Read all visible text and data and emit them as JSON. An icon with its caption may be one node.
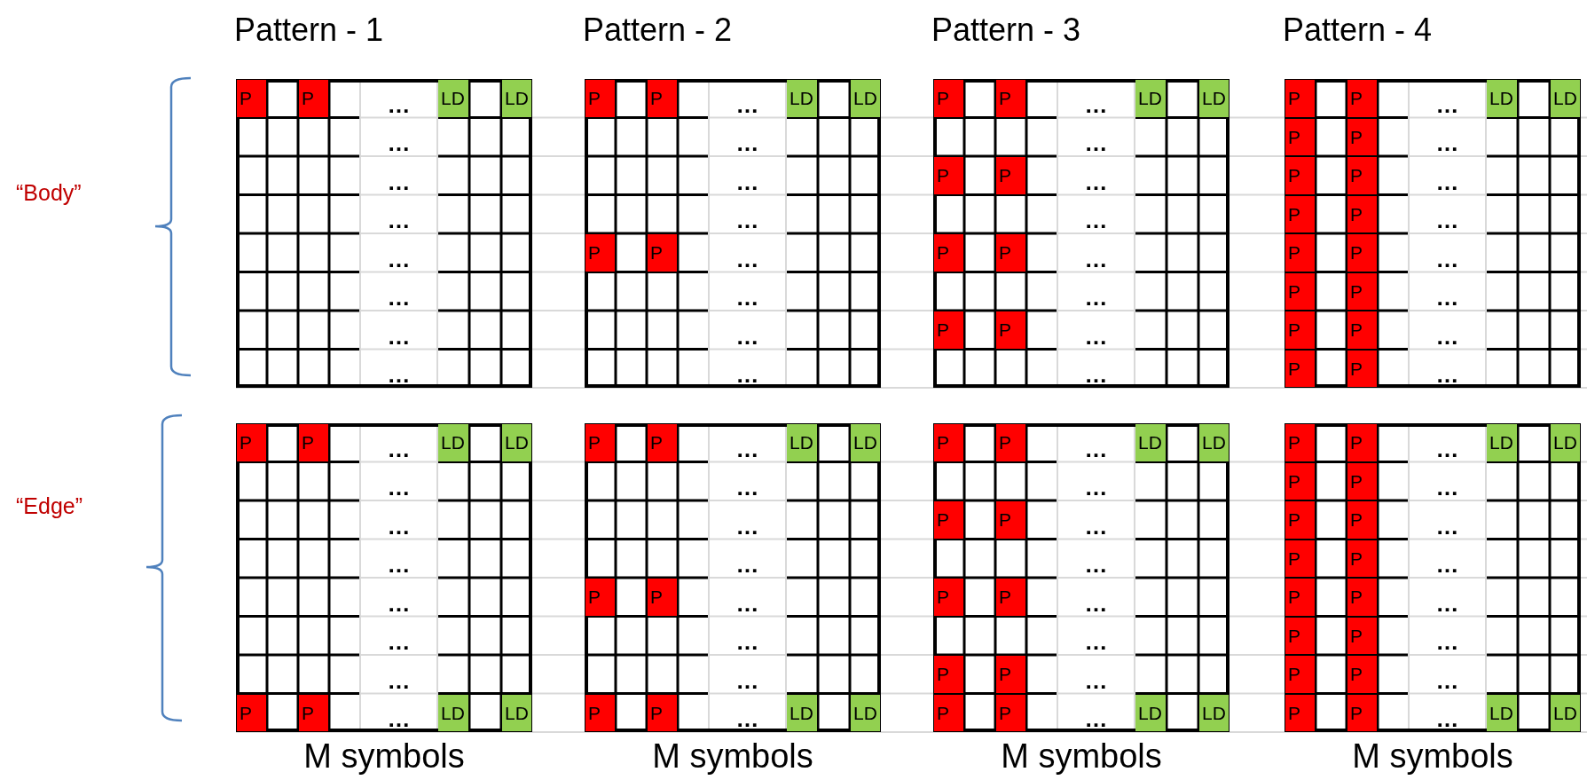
{
  "diagram": {
    "nodes": [
      {
        "text": [],
        "shape": "box"
      },
      {
        "text": [
          "P"
        ],
        "in": 0
      },
      {
        "text": [
          "P"
        ],
        "in": 0
      },
      {
        "text": [
          "LD"
        ],
        "in": 0
      },
      {
        "text": [
          "LD"
        ],
        "in": 0
      },
      {
        "text": [],
        "shape": "box"
      },
      {
        "text": [
          "P"
        ],
        "in": 5
      },
      {
        "text": [
          "P"
        ],
        "in": 5
      },
      {
        "text": [
          "LD"
        ],
        "in": 5
      },
      {
        "text": [
          "LD"
        ],
        "in": 5
      },
      {
        "text": [
          "P"
        ],
        "in": 5
      },
      {
        "text": [
          "P"
        ],
        "in": 5
      },
      {
        "text": [],
        "shape": "box"
      },
      {
        "text": [
          "P"
        ],
        "in": 12
      },
      {
        "text": [
          "P"
        ],
        "in": 12
      },
      {
        "text": [
          "LD"
        ],
        "in": 12
      },
      {
        "text": [
          "LD"
        ],
        "in": 12
      },
      {
        "text": [
          "P"
        ],
        "in": 12
      },
      {
        "text": [
          "P"
        ],
        "in": 12
      },
      {
        "text": [
          "P"
        ],
        "in": 12
      },
      {
        "text": [
          "P"
        ],
        "in": 12
      },
      {
        "text": [
          "P"
        ],
        "in": 12
      },
      {
        "text": [
          "P"
        ],
        "in": 12
      },
      {
        "text": [],
        "shape": "box"
      },
      {
        "text": [
          "P"
        ],
        "in": 23
      },
      {
        "text": [
          "P"
        ],
        "in": 23
      },
      {
        "text": [
          "LD"
        ],
        "in": 23
      },
      {
        "text": [
          "LD"
        ],
        "in": 23
      },
      {
        "text": [
          "P"
        ],
        "in": 23
      },
      {
        "text": [
          "P"
        ],
        "in": 23
      },
      {
        "text": [
          "P"
        ],
        "in": 23
      },
      {
        "text": [
          "P"
        ],
        "in": 23
      },
      {
        "text": [
          "P"
        ],
        "in": 23
      },
      {
        "text": [
          "P"
        ],
        "in": 23
      },
      {
        "text": [
          "P"
        ],
        "in": 23
      },
      {
        "text": [
          "P"
        ],
        "in": 23
      },
      {
        "text": [
          "P"
        ],
        "in": 23
      },
      {
        "text": [
          "P"
        ],
        "in": 23
      },
      {
        "text": [
          "P"
        ],
        "in": 23
      },
      {
        "text": [
          "P"
        ],
        "in": 23
      },
      {
        "text": [
          "P"
        ],
        "in": 23
      },
      {
        "text": [
          "P"
        ],
        "in": 23
      },
      {
        "text": [],
        "shape": "box"
      },
      {
        "text": [
          "P"
        ],
        "in": 42
      },
      {
        "text": [
          "P"
        ],
        "in": 42
      },
      {
        "text": [
          "LD"
        ],
        "in": 42
      },
      {
        "text": [
          "LD"
        ],
        "in": 42
      },
      {
        "text": [
          "P"
        ],
        "in": 42
      },
      {
        "text": [
          "P"
        ],
        "in": 42
      },
      {
        "text": [
          "LD"
        ],
        "in": 42
      },
      {
        "text": [
          "LD"
        ],
        "in": 42
      },
      {
        "text": [],
        "shape": "box"
      },
      {
        "text": [
          "P"
        ],
        "in": 51
      },
      {
        "text": [
          "P"
        ],
        "in": 51
      },
      {
        "text": [
          "LD"
        ],
        "in": 51
      },
      {
        "text": [
          "LD"
        ],
        "in": 51
      },
      {
        "text": [
          "P"
        ],
        "in": 51
      },
      {
        "text": [
          "P"
        ],
        "in": 51
      },
      {
        "text": [
          "P"
        ],
        "in": 51
      },
      {
        "text": [
          "P"
        ],
        "in": 51
      },
      {
        "text": [
          "LD"
        ],
        "in": 51
      },
      {
        "text": [
          "LD"
        ],
        "in": 51
      },
      {
        "text": [],
        "shape": "box"
      },
      {
        "text": [
          "P"
        ],
        "in": 62
      },
      {
        "text": [
          "P"
        ],
        "in": 62
      },
      {
        "text": [
          "LD"
        ],
        "in": 62
      },
      {
        "text": [
          "LD"
        ],
        "in": 62
      },
      {
        "text": [
          "P"
        ],
        "in": 62
      },
      {
        "text": [
          "P"
        ],
        "in": 62
      },
      {
        "text": [
          "P"
        ],
        "in": 62
      },
      {
        "text": [
          "P"
        ],
        "in": 62
      },
      {
        "text": [
          "P"
        ],
        "in": 62
      },
      {
        "text": [
          "P"
        ],
        "in": 62
      },
      {
        "text": [
          "P"
        ],
        "in": 62
      },
      {
        "text": [
          "P"
        ],
        "in": 62
      },
      {
        "text": [
          "LD"
        ],
        "in": 62
      },
      {
        "text": [
          "LD"
        ],
        "in": 62
      },
      {
        "text": [],
        "shape": "box"
      },
      {
        "text": [
          "P"
        ],
        "in": 77
      },
      {
        "text": [
          "P"
        ],
        "in": 77
      },
      {
        "text": [
          "LD"
        ],
        "in": 77
      },
      {
        "text": [
          "LD"
        ],
        "in": 77
      },
      {
        "text": [
          "P"
        ],
        "in": 77
      },
      {
        "text": [
          "P"
        ],
        "in": 77
      },
      {
        "text": [
          "P"
        ],
        "in": 77
      },
      {
        "text": [
          "P"
        ],
        "in": 77
      },
      {
        "text": [
          "P"
        ],
        "in": 77
      },
      {
        "text": [
          "P"
        ],
        "in": 77
      },
      {
        "text": [
          "P"
        ],
        "in": 77
      },
      {
        "text": [
          "P"
        ],
        "in": 77
      },
      {
        "text": [
          "P"
        ],
        "in": 77
      },
      {
        "text": [
          "P"
        ],
        "in": 77
      },
      {
        "text": [
          "P"
        ],
        "in": 77
      },
      {
        "text": [
          "P"
        ],
        "in": 77
      },
      {
        "text": [
          "P"
        ],
        "in": 77
      },
      {
        "text": [
          "P"
        ],
        "in": 77
      },
      {
        "text": [
          "LD"
        ],
        "in": 77
      },
      {
        "text": [
          "LD"
        ],
        "in": 77
      }
    ],
    "labels": [
      "Pattern - 1",
      "Pattern - 2",
      "Pattern - 3",
      "Pattern - 4",
      "“Body”",
      "“Edge”",
      "…",
      "…",
      "…",
      "…",
      "…",
      "…",
      "…",
      "…",
      "…",
      "…",
      "…",
      "…",
      "…",
      "…",
      "…",
      "…",
      "…",
      "…",
      "…",
      "…",
      "…",
      "…",
      "…",
      "…",
      "…",
      "…",
      "…",
      "…",
      "…",
      "…",
      "…",
      "…",
      "…",
      "…",
      "…",
      "…",
      "…",
      "…",
      "…",
      "…",
      "…",
      "…",
      "…",
      "…",
      "…",
      "…",
      "…",
      "…",
      "…",
      "…",
      "…",
      "…",
      "…",
      "…",
      "…",
      "…",
      "…",
      "…",
      "…",
      "…",
      "…",
      "…",
      "…",
      "…",
      "M symbols",
      "M symbols",
      "M symbols",
      "M symbols"
    ]
  }
}
